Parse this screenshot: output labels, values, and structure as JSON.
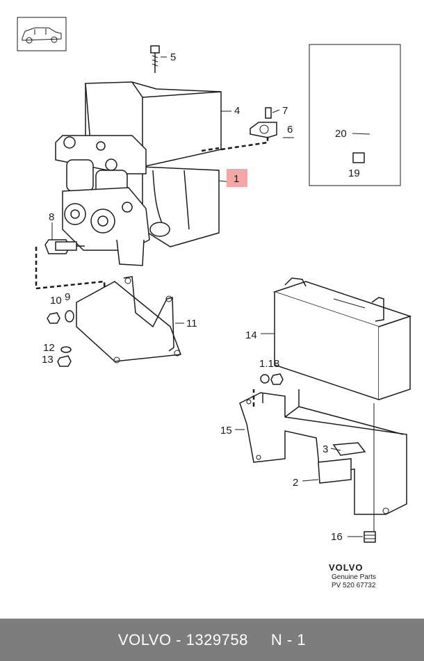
{
  "callouts": [
    {
      "id": "c5",
      "text": "5"
    },
    {
      "id": "c4",
      "text": "4"
    },
    {
      "id": "c7",
      "text": "7"
    },
    {
      "id": "c6",
      "text": "6"
    },
    {
      "id": "c1",
      "text": "1",
      "highlight": "#f4a6a6"
    },
    {
      "id": "c20",
      "text": "20"
    },
    {
      "id": "c19",
      "text": "19"
    },
    {
      "id": "c8",
      "text": "8"
    },
    {
      "id": "c10",
      "text": "10"
    },
    {
      "id": "c9",
      "text": "9"
    },
    {
      "id": "c11",
      "text": "11"
    },
    {
      "id": "c12",
      "text": "12"
    },
    {
      "id": "c13",
      "text": "13"
    },
    {
      "id": "c14",
      "text": "14"
    },
    {
      "id": "c17_18",
      "text": "1.18"
    },
    {
      "id": "c15",
      "text": "15"
    },
    {
      "id": "c3",
      "text": "3"
    },
    {
      "id": "c2",
      "text": "2"
    },
    {
      "id": "c16",
      "text": "16"
    }
  ],
  "logo": {
    "brand": "VOLVO",
    "subtitle": "Genuine Parts",
    "code": "PV 520 67732"
  },
  "footer": {
    "brand": "VOLVO",
    "part_number": "1329758",
    "position": "N - 1"
  },
  "colors": {
    "highlight": "#f4a6a6",
    "footer_bg": "#7d7d7d",
    "line": "#1a1a1a"
  },
  "icons": {
    "thumbnail": "car-thumbnail-icon"
  }
}
